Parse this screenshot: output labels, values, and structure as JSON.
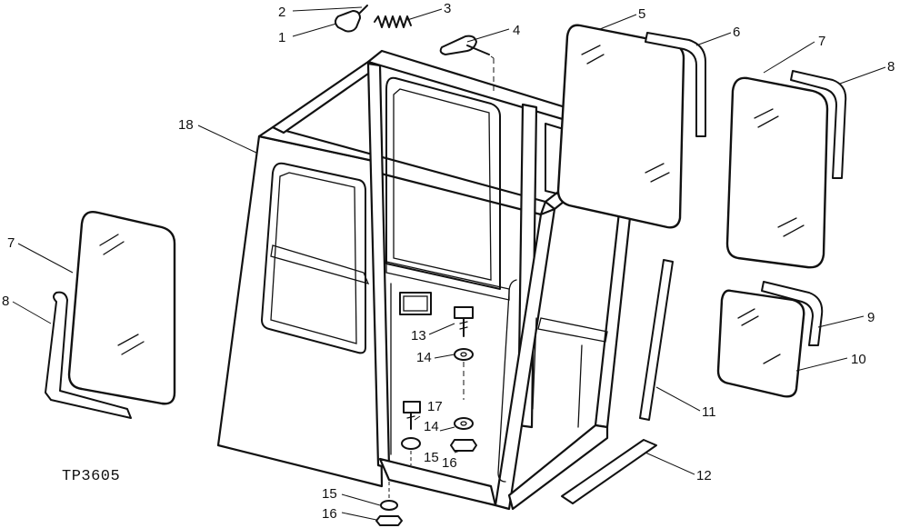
{
  "figure_code": "TP3605",
  "callouts": [
    {
      "id": "c1",
      "text": "1"
    },
    {
      "id": "c2",
      "text": "2"
    },
    {
      "id": "c3",
      "text": "3"
    },
    {
      "id": "c4",
      "text": "4"
    },
    {
      "id": "c5",
      "text": "5"
    },
    {
      "id": "c6",
      "text": "6"
    },
    {
      "id": "c7r",
      "text": "7"
    },
    {
      "id": "c8r",
      "text": "8"
    },
    {
      "id": "c7l",
      "text": "7"
    },
    {
      "id": "c8l",
      "text": "8"
    },
    {
      "id": "c9",
      "text": "9"
    },
    {
      "id": "c10",
      "text": "10"
    },
    {
      "id": "c11",
      "text": "11"
    },
    {
      "id": "c12",
      "text": "12"
    },
    {
      "id": "c13",
      "text": "13"
    },
    {
      "id": "c14a",
      "text": "14"
    },
    {
      "id": "c14b",
      "text": "14"
    },
    {
      "id": "c15a",
      "text": "15"
    },
    {
      "id": "c16a",
      "text": "16"
    },
    {
      "id": "c15b",
      "text": "15"
    },
    {
      "id": "c16b",
      "text": "16"
    },
    {
      "id": "c17",
      "text": "17"
    },
    {
      "id": "c18",
      "text": "18"
    }
  ]
}
